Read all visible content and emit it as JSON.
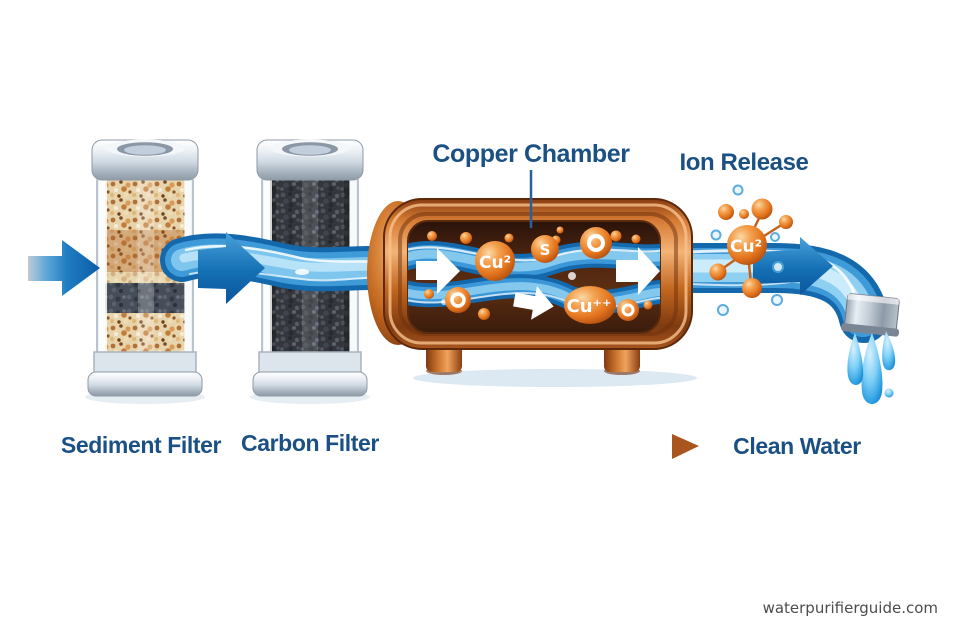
{
  "stages": {
    "sediment": {
      "label": "Sediment Filter"
    },
    "carbon": {
      "label": "Carbon Filter"
    },
    "chamber": {
      "label": "Copper Chamber"
    },
    "ion_release": {
      "label": "Ion Release"
    },
    "clean_water": {
      "label": "Clean Water"
    }
  },
  "ions": {
    "chamber_cu2": "Cu²",
    "chamber_s": "S",
    "chamber_cupp": "Cu⁺⁺",
    "release_cu2": "Cu²"
  },
  "watermark": "waterpurifierguide.com",
  "colors": {
    "label_text": "#1b5084",
    "water_arrow": "#1474ba",
    "copper": "#c2671f",
    "ion_orange": "#e87c28"
  }
}
